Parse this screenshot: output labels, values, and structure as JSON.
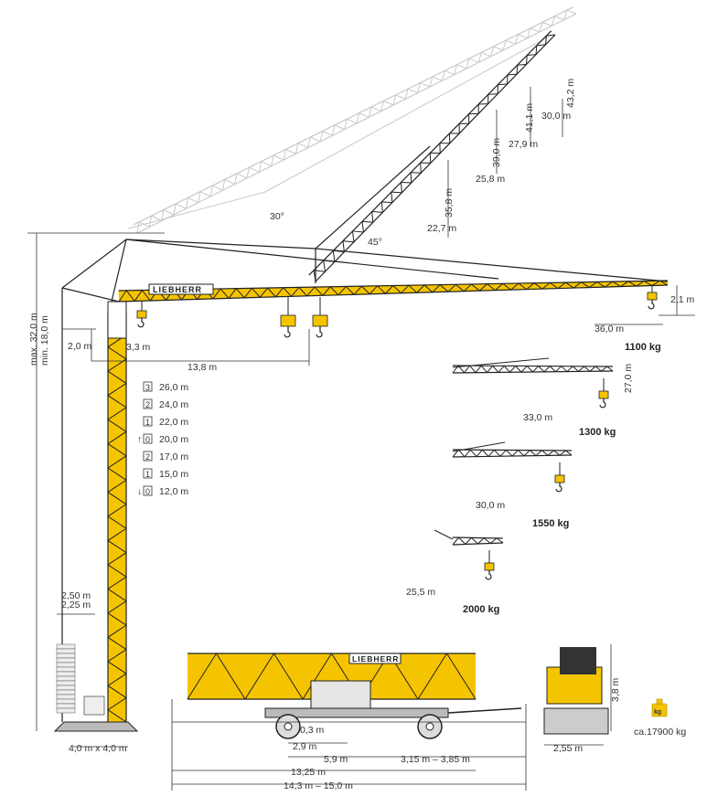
{
  "brand": "LIEBHERR",
  "colors": {
    "crane_yellow": "#F5C400",
    "structure_black": "#222222",
    "ghost_grey": "#C8C8C8"
  },
  "heights": {
    "max": "max. 32,0 m",
    "min": "min. 18,0 m"
  },
  "angles": {
    "a30": "30°",
    "a45": "45°"
  },
  "luffing": [
    {
      "height": "43,2 m",
      "radius": "30,0 m"
    },
    {
      "height": "41,1 m",
      "radius": "27,9 m"
    },
    {
      "height": "39,0 m",
      "radius": "25,8 m"
    },
    {
      "height": "35,8 m",
      "radius": "22,7 m"
    }
  ],
  "jib_dims": {
    "d20": "2,0 m",
    "d33": "3,3 m",
    "d138": "13,8 m",
    "d21": "2,1 m"
  },
  "tower_heights": [
    {
      "section": "3",
      "height": "26,0 m",
      "arrow": ""
    },
    {
      "section": "2",
      "height": "24,0 m",
      "arrow": ""
    },
    {
      "section": "1",
      "height": "22,0 m",
      "arrow": ""
    },
    {
      "section": "0",
      "height": "20,0 m",
      "arrow": "↑"
    },
    {
      "section": "2",
      "height": "17,0 m",
      "arrow": ""
    },
    {
      "section": "1",
      "height": "15,0 m",
      "arrow": ""
    },
    {
      "section": "0",
      "height": "12,0 m",
      "arrow": "↓"
    }
  ],
  "jib_configs": [
    {
      "radius": "36,0 m",
      "load": "1100 kg",
      "hook_height": "27,0 m"
    },
    {
      "radius": "33,0 m",
      "load": "1300 kg"
    },
    {
      "radius": "30,0 m",
      "load": "1550 kg"
    },
    {
      "radius": "25,5 m",
      "load": "2000 kg"
    }
  ],
  "ballast": {
    "w1": "2,50 m",
    "w2": "2,25 m",
    "base": "4,0 m x 4,0 m"
  },
  "transport": {
    "d03": "0,3 m",
    "d29": "2,9 m",
    "d59": "5,9 m",
    "overhang": "3,15 m – 3,85 m",
    "len1": "13,25 m",
    "len2": "14,3 m – 15,0 m",
    "width": "2,55 m",
    "height": "3,8 m",
    "weight": "ca.17900 kg",
    "kg_icon_label": "kg"
  }
}
